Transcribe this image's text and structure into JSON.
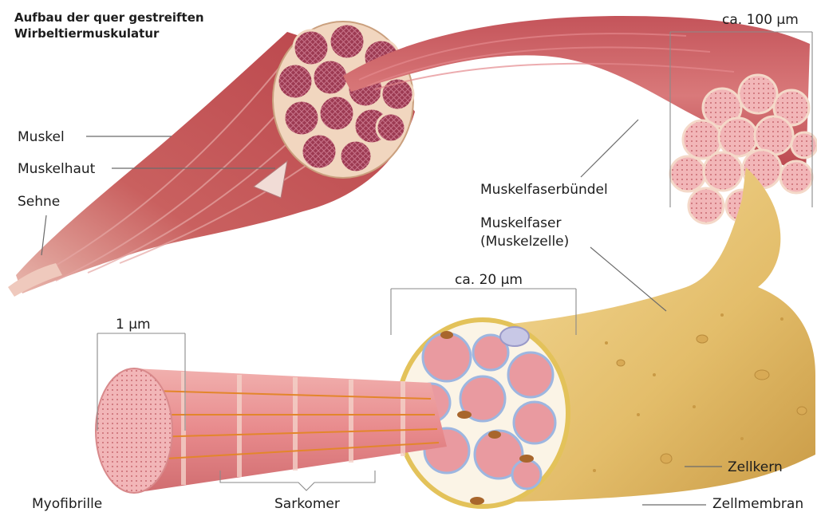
{
  "title": {
    "line1": "Aufbau der quer gestreiften",
    "line2": "Wirbeltiermuskulatur"
  },
  "labels": {
    "muskel": "Muskel",
    "muskelhaut": "Muskelhaut",
    "sehne": "Sehne",
    "bundle_width": "ca. 100 µm",
    "muskelfaserbuendel": "Muskelfaserbündel",
    "muskelfaser": "Muskelfaser",
    "muskelzelle": "(Muskelzelle)",
    "fiber_width": "ca. 20 µm",
    "myofibril_width": "1 µm",
    "zellkern": "Zellkern",
    "myofibrille": "Myofibrille",
    "sarkomer": "Sarkomer",
    "zellmembran": "Zellmembran"
  },
  "colors": {
    "muscle": "#b9434a",
    "muscle_light": "#d87a78",
    "bundle": "#e49aa0",
    "fiber": "#e3bd6a",
    "fiber_light": "#f4dc9c",
    "myofibril": "#e88a8c",
    "tendon": "#e8b7ad"
  }
}
